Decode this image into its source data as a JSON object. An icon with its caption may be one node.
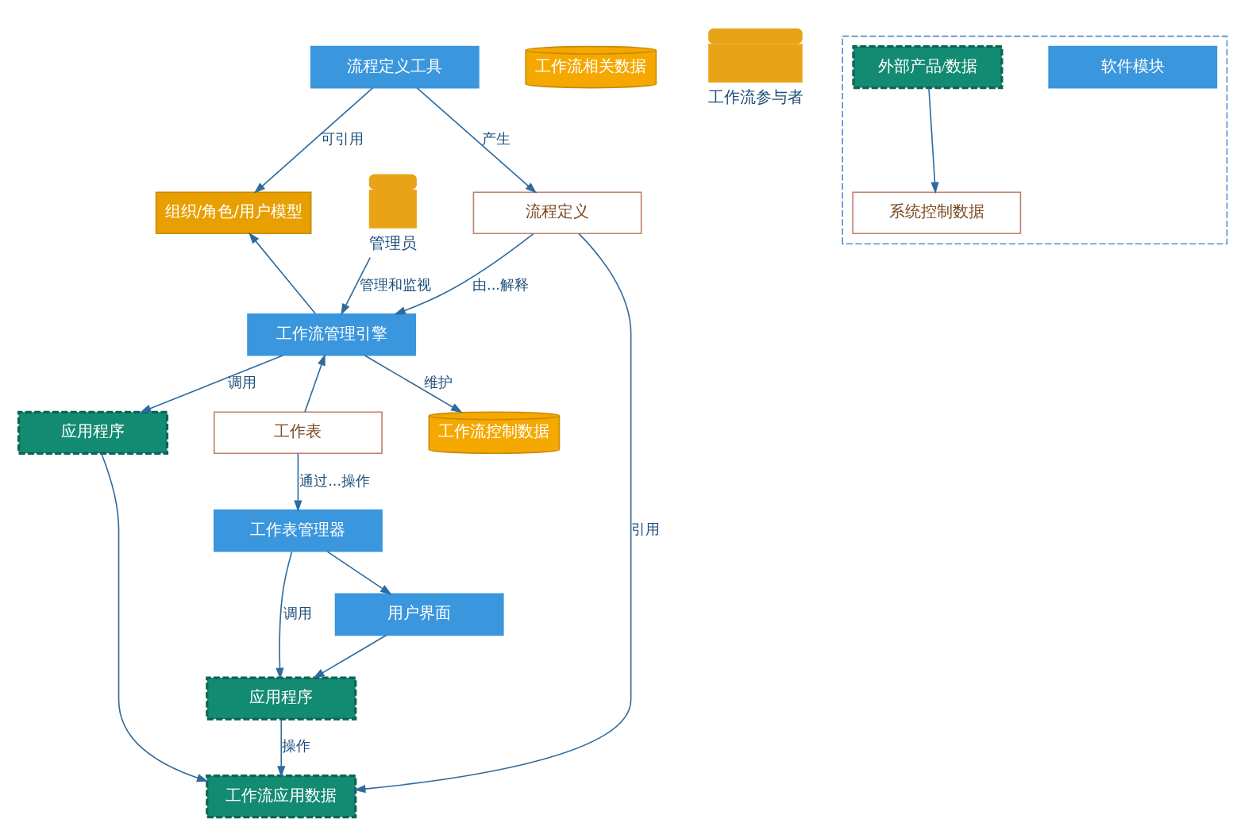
{
  "diagram": {
    "nodes": [
      {
        "text": [
          "流程定义工具"
        ]
      },
      {
        "text": [
          "组织/角色/用户模型"
        ]
      },
      {
        "text": [
          "流程定义"
        ]
      },
      {
        "text": [
          "工作流控制数据"
        ]
      },
      {
        "text": [
          "工作流管理引擎"
        ]
      },
      {
        "text": [
          "应用程序"
        ]
      },
      {
        "text": [
          "工作流应用数据"
        ]
      },
      {
        "text": [],
        "shape": "person",
        "beside": [
          "管理员"
        ]
      },
      {
        "text": [
          "工作流相关数据"
        ]
      },
      {
        "text": [
          "工作表"
        ]
      },
      {
        "text": [
          "工作表管理器"
        ]
      },
      {
        "text": [
          "应用程序"
        ]
      },
      {
        "text": [
          "用户界面"
        ]
      },
      {
        "text": [],
        "shape": "person",
        "beside": [
          "工作流参与者"
        ]
      },
      {
        "text": [],
        "shape": "box"
      },
      {
        "text": [
          "软件模块"
        ],
        "in": 14
      },
      {
        "text": [
          "系统控制数据"
        ],
        "in": 14
      },
      {
        "text": [
          "外部产品/数据"
        ],
        "in": 14
      }
    ],
    "edges": [
      {
        "from": 0,
        "to": 1,
        "arrow": "to",
        "label": "可引用"
      },
      {
        "from": 0,
        "to": 2,
        "arrow": "to",
        "label": "产生"
      },
      {
        "from": 2,
        "to": 4,
        "arrow": "to",
        "label": "由...解释"
      },
      {
        "from": 4,
        "to": 1,
        "arrow": "to"
      },
      {
        "from": 2,
        "to": 6,
        "arrow": "to",
        "label": "引用"
      },
      {
        "from": 4,
        "to": 3,
        "arrow": "to",
        "label": "维护"
      },
      {
        "from": 4,
        "to": 5,
        "arrow": "to",
        "label": "调用"
      },
      {
        "from": 5,
        "to": 6,
        "arrow": "to"
      },
      {
        "from": 7,
        "to": 4,
        "arrow": "to",
        "label": "管理和监视"
      },
      {
        "from": 9,
        "to": 4,
        "arrow": "to"
      },
      {
        "from": 9,
        "to": 10,
        "arrow": "to",
        "label": "通过...操作"
      },
      {
        "from": 10,
        "to": 12,
        "arrow": "to"
      },
      {
        "from": 10,
        "to": 11,
        "arrow": "to",
        "label": "调用"
      },
      {
        "from": 12,
        "to": 11,
        "arrow": "to"
      },
      {
        "from": 11,
        "to": 6,
        "arrow": "to",
        "label": "操作"
      },
      {
        "from": 17,
        "to": 16,
        "arrow": "to"
      }
    ]
  }
}
